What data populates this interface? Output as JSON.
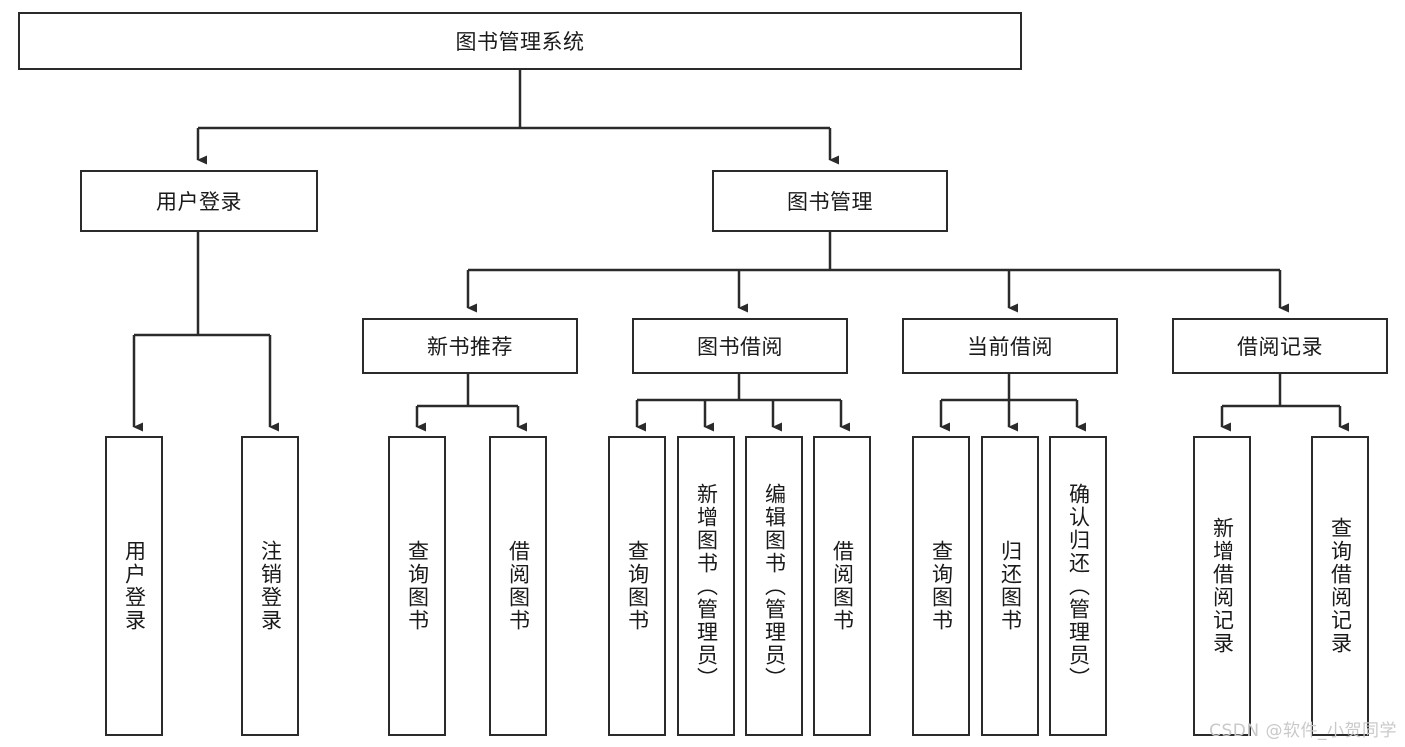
{
  "diagram": {
    "type": "tree",
    "title": "图书管理系统",
    "watermark": "CSDN @软件_小贺同学",
    "colors": {
      "border": "#2b2b2b",
      "background": "#ffffff",
      "text": "#1a1a1a",
      "watermark": "#c9c9c9"
    },
    "nodes": {
      "root": {
        "label": "图书管理系统"
      },
      "level1": [
        {
          "label": "用户登录"
        },
        {
          "label": "图书管理"
        }
      ],
      "level2": [
        {
          "label": "新书推荐"
        },
        {
          "label": "图书借阅"
        },
        {
          "label": "当前借阅"
        },
        {
          "label": "借阅记录"
        }
      ],
      "leaves_user_login": [
        {
          "label": "用户登录"
        },
        {
          "label": "注销登录"
        }
      ],
      "leaves_new_book": [
        {
          "label": "查询图书"
        },
        {
          "label": "借阅图书"
        }
      ],
      "leaves_borrow": [
        {
          "label": "查询图书"
        },
        {
          "label": "新增图书（管理员）"
        },
        {
          "label": "编辑图书（管理员）"
        },
        {
          "label": "借阅图书"
        }
      ],
      "leaves_current": [
        {
          "label": "查询图书"
        },
        {
          "label": "归还图书"
        },
        {
          "label": "确认归还（管理员）"
        }
      ],
      "leaves_records": [
        {
          "label": "新增借阅记录"
        },
        {
          "label": "查询借阅记录"
        }
      ]
    }
  }
}
